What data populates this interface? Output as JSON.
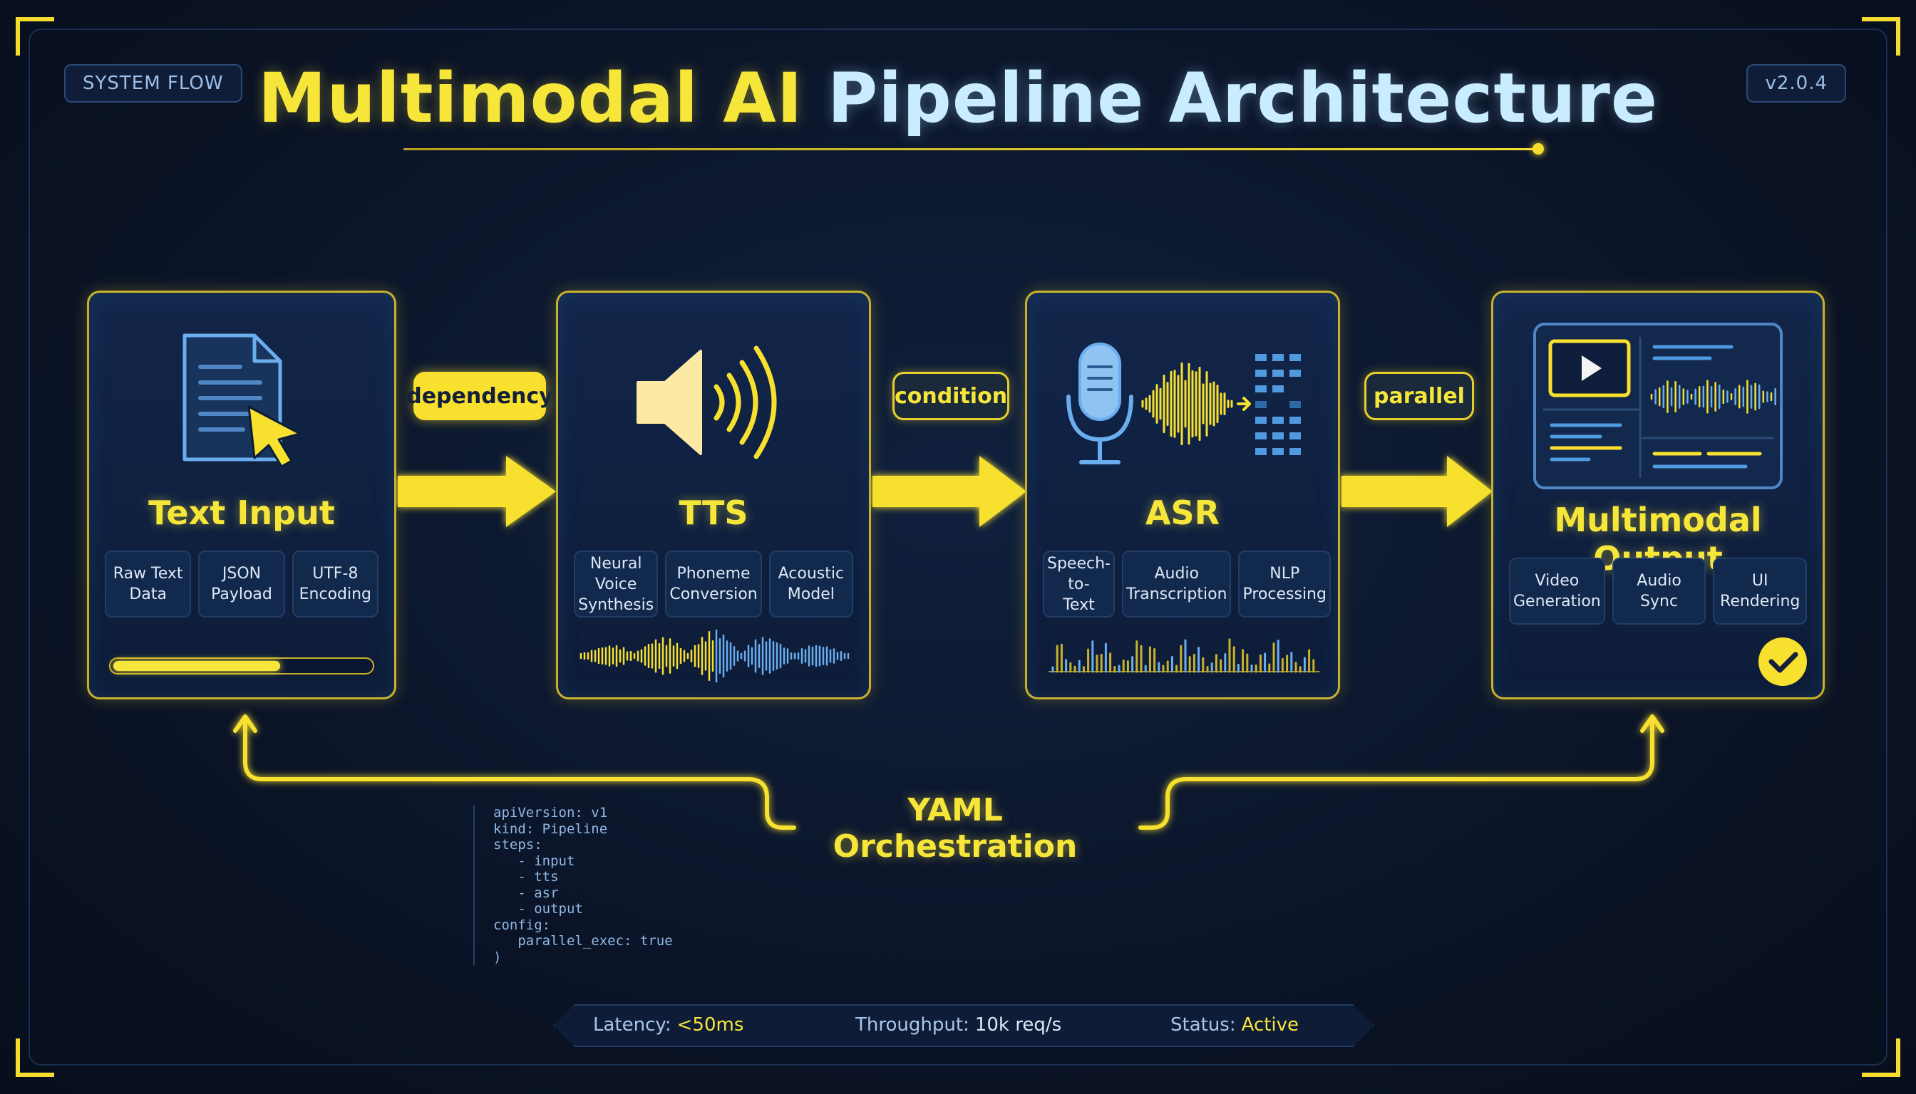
{
  "header": {
    "left_tag": "SYSTEM FLOW",
    "right_tag": "v2.0.4",
    "title_part1": "Multimodal AI",
    "title_part2": "Pipeline Architecture"
  },
  "stages": [
    {
      "title": "Text Input",
      "chips": [
        "Raw Text\nData",
        "JSON\nPayload",
        "UTF-8\nEncoding"
      ],
      "icon": "document-cursor-icon",
      "progress": 0.65
    },
    {
      "title": "TTS",
      "chips": [
        "Neural Voice\nSynthesis",
        "Phoneme\nConversion",
        "Acoustic\nModel"
      ],
      "icon": "speaker-icon"
    },
    {
      "title": "ASR",
      "chips": [
        "Speech-to-\nText",
        "Audio\nTranscription",
        "NLP\nProcessing"
      ],
      "icon": "microphone-icon"
    },
    {
      "title": "Multimodal Output",
      "chips": [
        "Video\nGeneration",
        "Audio\nSync",
        "UI\nRendering"
      ],
      "icon": "media-output-icon",
      "complete": true
    }
  ],
  "connectors": [
    {
      "label": "dependency",
      "style": "solid"
    },
    {
      "label": "condition",
      "style": "outline"
    },
    {
      "label": "parallel",
      "style": "outline"
    }
  ],
  "orchestration": {
    "label": "YAML Orchestration",
    "code": "apiVersion: v1\nkind: Pipeline\nsteps:\n   - input\n   - tts\n   - asr\n   - output\nconfig:\n   parallel_exec: true\n)"
  },
  "status": {
    "latency_label": "Latency:",
    "latency_value": "<50ms",
    "throughput_label": "Throughput:",
    "throughput_value": "10k req/s",
    "status_label": "Status:",
    "status_value": "Active"
  },
  "colors": {
    "accent": "#f7e63a",
    "background": "#0b1427",
    "secondary": "#6aaef0"
  }
}
